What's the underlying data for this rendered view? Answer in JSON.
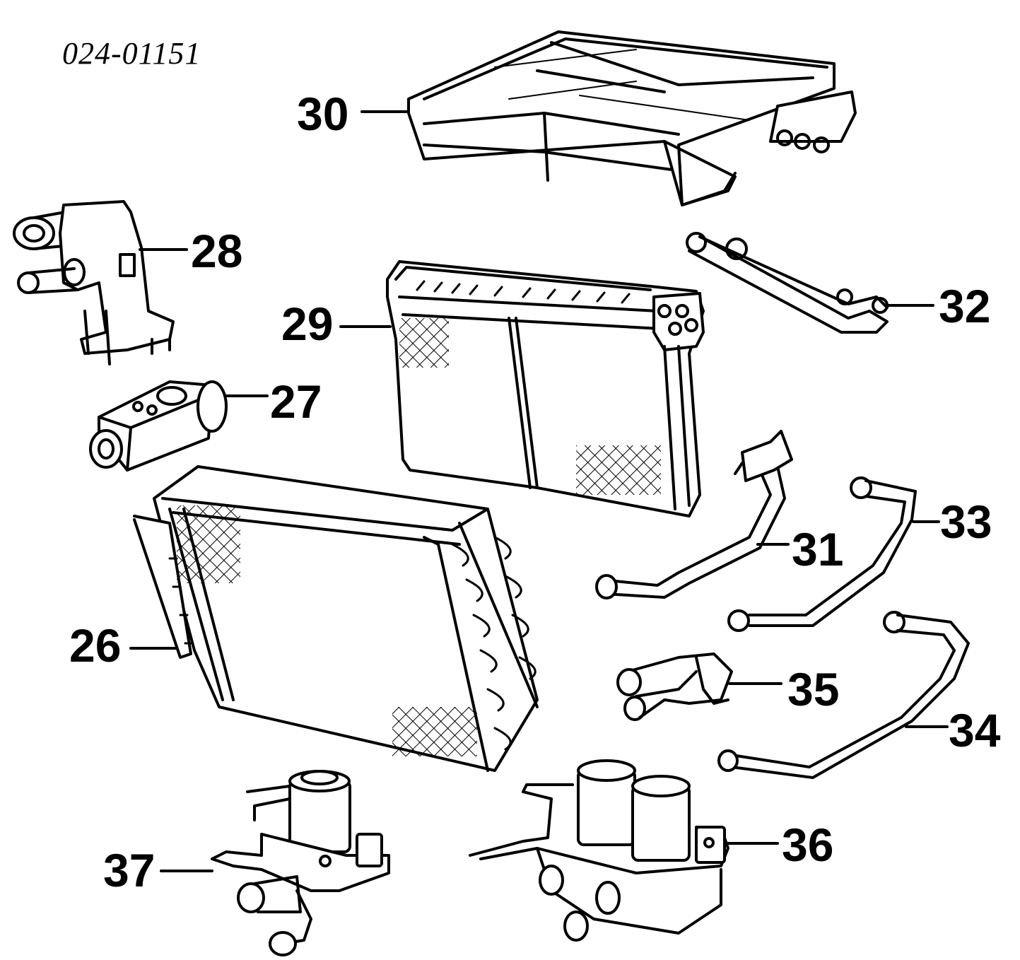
{
  "diagram_id": "024-01151",
  "callouts": {
    "c26": "26",
    "c27": "27",
    "c28": "28",
    "c29": "29",
    "c30": "30",
    "c31": "31",
    "c32": "32",
    "c33": "33",
    "c34": "34",
    "c35": "35",
    "c36": "36",
    "c37": "37"
  }
}
